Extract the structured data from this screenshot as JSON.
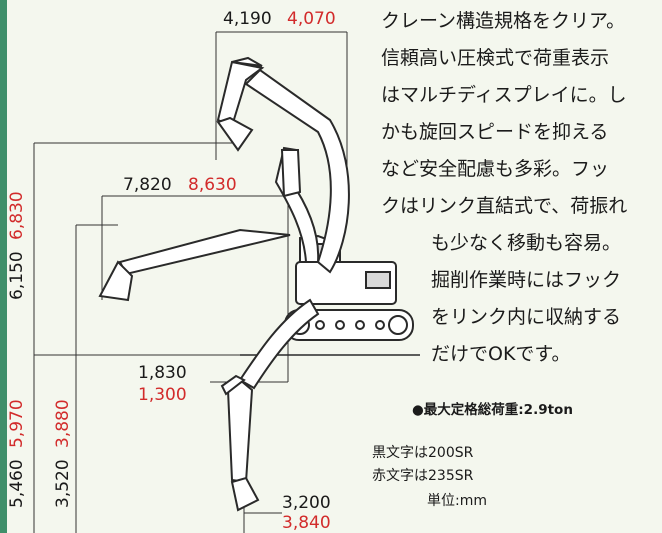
{
  "description_lines": [
    "クレーン構造規格をクリア。",
    "信頼高い圧検式で荷重表示",
    "はマルチディスプレイに。し",
    "かも旋回スピードを抑える",
    "など安全配慮も多彩。フッ",
    "クはリンク直結式で、荷振れ",
    "も少なく移動も容易。",
    "掘削作業時にはフック",
    "をリンク内に収納する",
    "だけでOKです。"
  ],
  "max_load": "●最大定格総荷重:2.9ton",
  "notes": {
    "black_text": "黒文字は200SR",
    "red_text": "赤文字は235SR",
    "unit": "単位:mm"
  },
  "dimensions": {
    "top_reach": {
      "black": "4,190",
      "red": "4,070"
    },
    "mid_reach": {
      "black": "7,820",
      "red": "8,630"
    },
    "max_height": {
      "black": "6,150",
      "red": "6,830"
    },
    "dig_depth": {
      "black": "5,460",
      "red": "5,970"
    },
    "wall_depth": {
      "black": "3,520",
      "red": "3,880"
    },
    "dump_depth": {
      "black": "1,830",
      "red": "1,300"
    },
    "bottom_reach": {
      "black": "3,200",
      "red": "3,840"
    }
  },
  "colors": {
    "black": "#1a1a1a",
    "red": "#d22b2b",
    "background": "#f4f7ee",
    "accent_bar": "#3f8f6a"
  }
}
